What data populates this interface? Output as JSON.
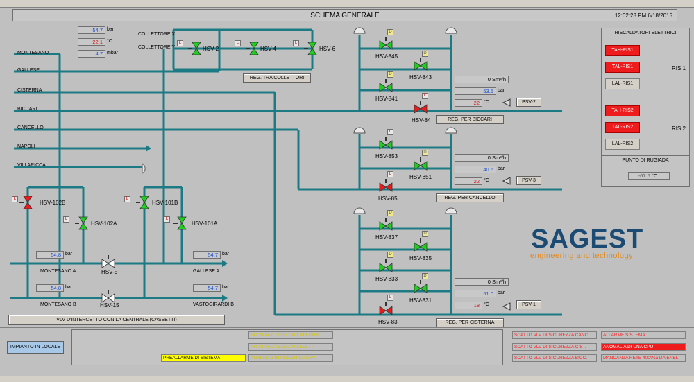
{
  "header": {
    "title": "SCHEMA GENERALE",
    "clock": "12:02:28 PM 6/18/2015"
  },
  "lines": {
    "montesano": "MONTESANO",
    "gallese": "GALLESE",
    "cisterna": "CISTERNA",
    "biccari": "BICCARI",
    "cancello": "CANCELLO",
    "napoli": "NAPOLI",
    "villaricca": "VILLARICCA"
  },
  "collettori": {
    "x_label": "COLLETTORE X",
    "y_label": "COLLETTORE Y",
    "pressure": "54.7",
    "pressure_unit": "bar",
    "temp": "22.1",
    "temp_unit": "°C",
    "mbar": "4.7",
    "mbar_unit": "mbar",
    "reg_button": "REG. TRA COLLETTORI"
  },
  "valves": {
    "hsv2": "HSV-2",
    "hsv4": "HSV-4",
    "hsv6": "HSV-6",
    "hsv845": "HSV-845",
    "hsv843": "HSV-843",
    "hsv841": "HSV-841",
    "hsv84": "HSV-84",
    "hsv853": "HSV-853",
    "hsv851": "HSV-851",
    "hsv85": "HSV-85",
    "hsv837": "HSV-837",
    "hsv835": "HSV-835",
    "hsv833": "HSV-833",
    "hsv831": "HSV-831",
    "hsv83": "HSV-83",
    "hsv102b": "HSV-102B",
    "hsv102a": "HSV-102A",
    "hsv101b": "HSV-101B",
    "hsv101a": "HSV-101A",
    "hsv5": "HSV-5",
    "hsv15": "HSV-15"
  },
  "markers": {
    "l": "L",
    "d": "D"
  },
  "stations": {
    "biccari": {
      "flow": "0",
      "flow_unit": "Sm³/h",
      "pressure": "53.5",
      "pressure_unit": "bar",
      "temp": "22",
      "temp_unit": "°C",
      "psv": "PSV-2",
      "reg": "REG. PER BICCARI"
    },
    "cancello": {
      "flow": "0",
      "flow_unit": "Sm³/h",
      "pressure": "40.6",
      "pressure_unit": "bar",
      "temp": "22",
      "temp_unit": "°C",
      "psv": "PSV-3",
      "reg": "REG. PER CANCELLO"
    },
    "cisterna": {
      "flow": "0",
      "flow_unit": "Sm³/h",
      "pressure": "51.0",
      "pressure_unit": "bar",
      "temp": "18",
      "temp_unit": "°C",
      "psv": "PSV-1",
      "reg": "REG. PER CISTERNA"
    }
  },
  "left_section": {
    "montesano_a_p": "54.8",
    "gallese_a_p": "54.7",
    "montesano_b_p": "54.8",
    "vastogirardi_b_p": "54.7",
    "unit": "bar",
    "montesano_a": "MONTESANO A",
    "gallese_a": "GALLESE A",
    "montesano_b": "MONTESANO B",
    "vastogirardi_b": "VASTOGIRARDI B",
    "intercetto_button": "VLV D'INTERCETTO CON LA CENTRALE (CASSETTI)"
  },
  "heaters": {
    "title": "RISCALDATORI ELETTRICI",
    "ris1": {
      "tah": "TAH-RIS1",
      "tal": "TAL-RIS1",
      "lal": "LAL-RIS1",
      "label": "RIS 1"
    },
    "ris2": {
      "tah": "TAH-RIS2",
      "tal": "TAL-RIS2",
      "lal": "LAL-RIS2",
      "label": "RIS 2"
    }
  },
  "dewpoint": {
    "title": "PUNTO DI RUGIADA",
    "value": "-67.5",
    "unit": "°C"
  },
  "logo": {
    "main": "SAGEST",
    "sub": "engineering and technology"
  },
  "bottom": {
    "impianto": "IMPIANTO IN LOCALE",
    "prealarm": "PREALLARME DI SISTEMA",
    "status1": "NO 24 Vc.c.TELEC.ATT.OLEOPN.",
    "status2": "NO 24 Vc.c.TELEC.ATT.ELETT.",
    "status3": "ALMENO 1 INT.INV.SIT.INTERV.",
    "scatto_canc": "SCATTO VLV DI SICUREZZA CANC.",
    "scatto_cist": "SCATTO VLV DI SICUREZZA CIST.",
    "scatto_bicc": "SCATTO VLV DI SICUREZZA BICC.",
    "allarme": "ALLARME SISTEMA",
    "anomalia": "ANOMALIA DI UNA CPU",
    "mancanza": "MANCANZA RETE 400Vca DA ENEL"
  },
  "colors": {
    "pipe": "#1c7a85",
    "valve_open": "#22cc22",
    "valve_closed": "#e81c1c",
    "alarm": "#ee1c1c"
  }
}
